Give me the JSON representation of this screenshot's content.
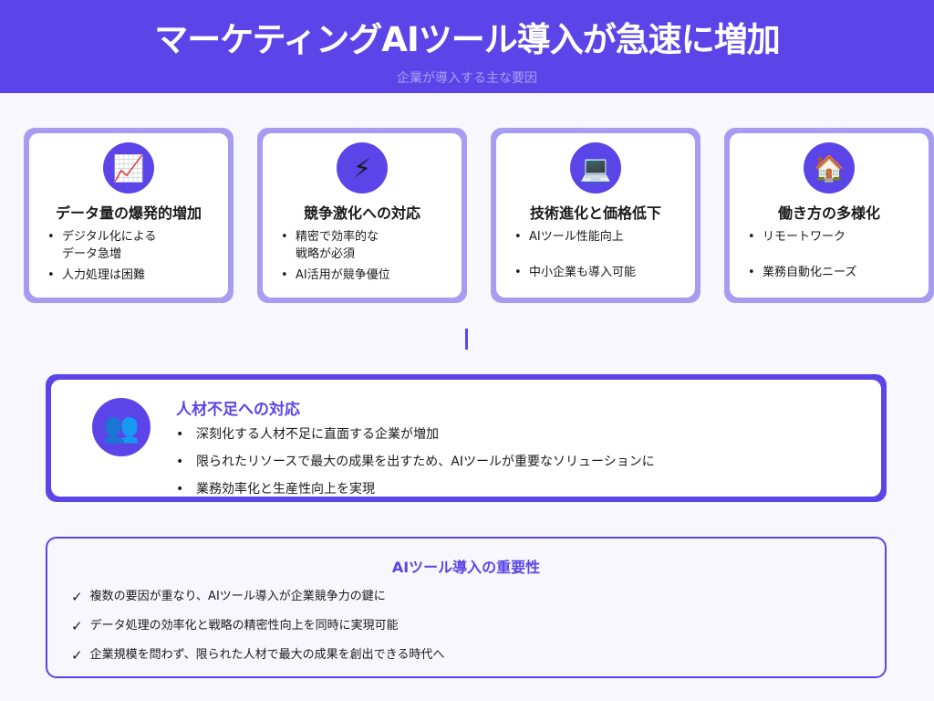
{
  "header": {
    "title": "マーケティングAIツール導入が急速に増加",
    "subtitle": "企業が導入する主な要因"
  },
  "factors": [
    {
      "icon": "chart-increasing-icon",
      "emoji": "📈",
      "title": "データ量の爆発的増加",
      "bullets": [
        "デジタル化による\nデータ急増",
        "人力処理は困難"
      ]
    },
    {
      "icon": "lightning-icon",
      "emoji": "⚡",
      "title": "競争激化への対応",
      "bullets": [
        "精密で効率的な\n戦略が必須",
        "AI活用が競争優位"
      ]
    },
    {
      "icon": "laptop-icon",
      "emoji": "💻",
      "title": "技術進化と価格低下",
      "bullets": [
        "AIツール性能向上",
        "中小企業も導入可能"
      ]
    },
    {
      "icon": "house-icon",
      "emoji": "🏠",
      "title": "働き方の多様化",
      "bullets": [
        "リモートワーク",
        "業務自動化ニーズ"
      ]
    }
  ],
  "talent": {
    "icon": "people-icon",
    "emoji": "👥",
    "title": "人材不足への対応",
    "bullets": [
      "深刻化する人材不足に直面する企業が増加",
      "限られたリソースで最大の成果を出すため、AIツールが重要なソリューションに",
      "業務効率化と生産性向上を実現"
    ]
  },
  "importance": {
    "title": "AIツール導入の重要性",
    "check": "✓",
    "items": [
      "複数の要因が重なり、AIツール導入が企業競争力の鍵に",
      "データ処理の効率化と戦略の精密性向上を同時に実現可能",
      "企業規模を問わず、限られた人材で最大の成果を創出できる時代へ"
    ]
  },
  "colors": {
    "primary": "#5b45e8",
    "card_border": "#a89cf2",
    "background": "#f8f7fe"
  }
}
